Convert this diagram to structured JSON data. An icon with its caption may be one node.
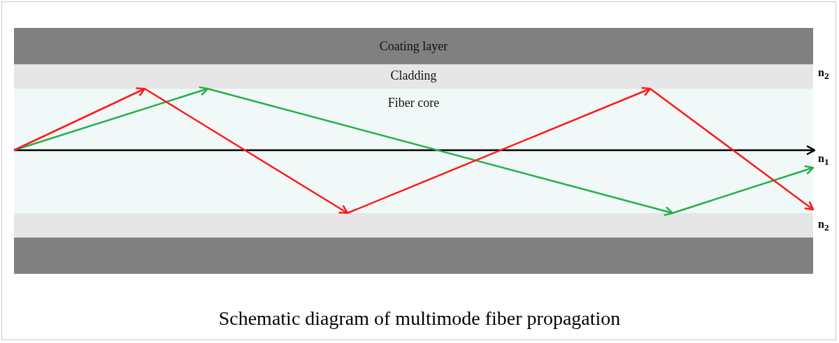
{
  "diagram": {
    "caption": "Schematic diagram of multimode fiber propagation",
    "nodes": [
      {
        "text": [
          "Coating layer"
        ]
      },
      {
        "text": [
          "Cladding"
        ],
        "beside": [
          "n$_{2}$"
        ]
      },
      {
        "text": [
          "Fiber core"
        ],
        "beside": [
          "n$_{1}$"
        ]
      },
      {
        "text": [],
        "shape": "bar",
        "beside": [
          "n$_{2}$"
        ]
      },
      {
        "text": [],
        "shape": "bar"
      }
    ]
  }
}
